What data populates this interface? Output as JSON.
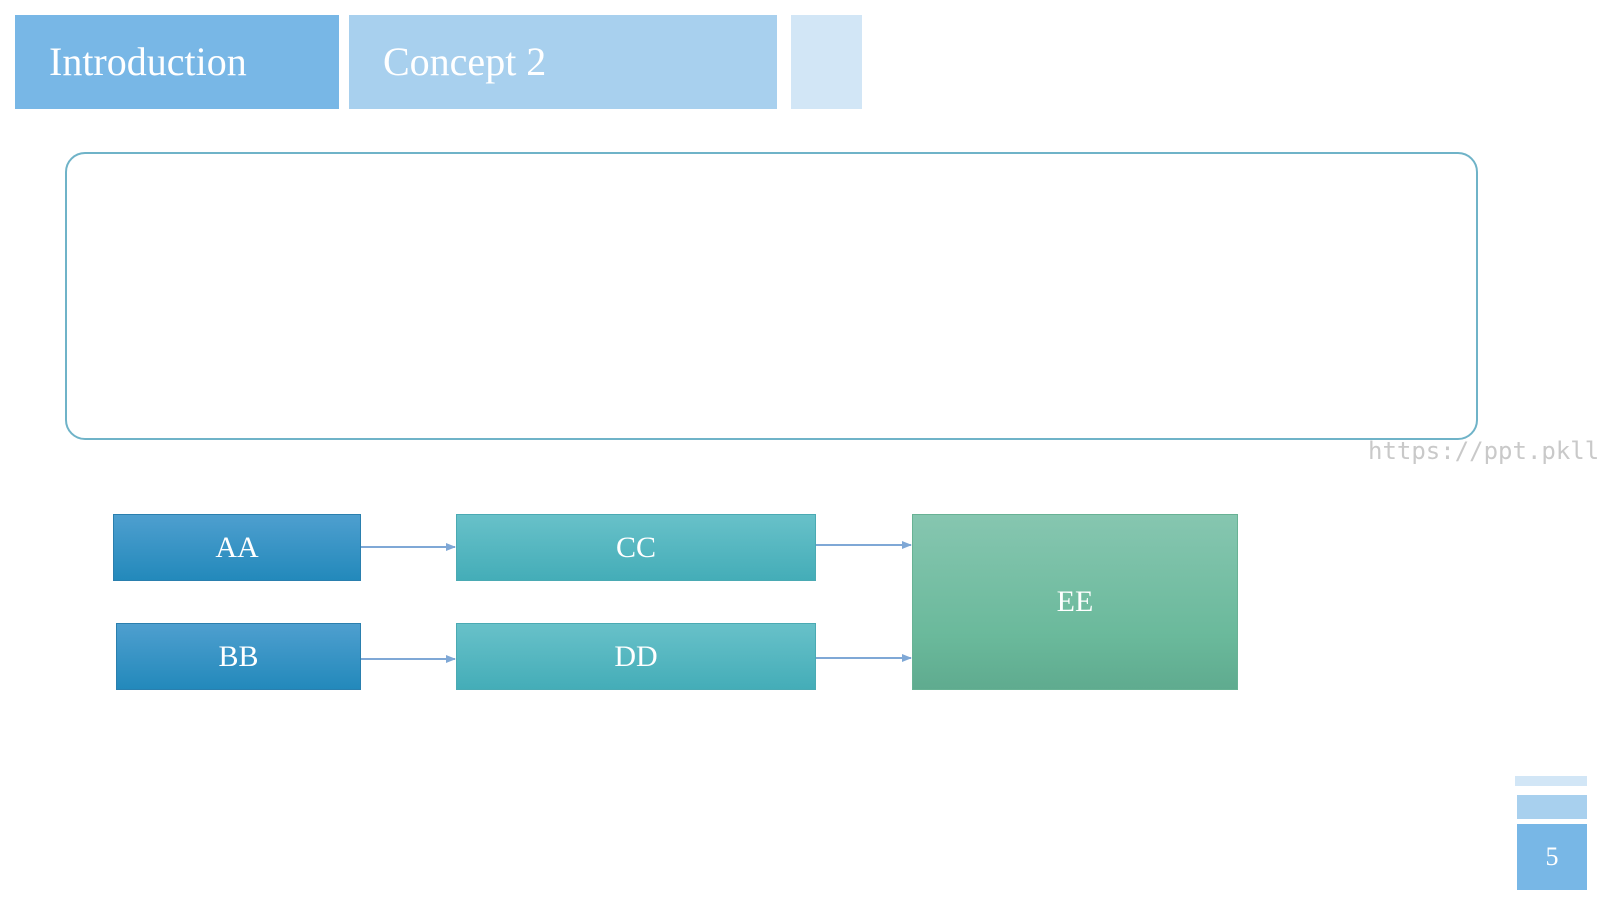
{
  "header": {
    "tabs": [
      {
        "label": "Introduction"
      },
      {
        "label": "Concept 2"
      },
      {
        "label": ""
      }
    ]
  },
  "watermark": "https://ppt.pkll.de",
  "diagram": {
    "nodes": {
      "aa": "AA",
      "bb": "BB",
      "cc": "CC",
      "dd": "DD",
      "ee": "EE"
    },
    "edges": [
      {
        "from": "aa",
        "to": "cc"
      },
      {
        "from": "bb",
        "to": "dd"
      },
      {
        "from": "cc",
        "to": "ee"
      },
      {
        "from": "dd",
        "to": "ee"
      }
    ]
  },
  "footer": {
    "page_number": "5"
  },
  "colors": {
    "tab_primary": "#78b7e6",
    "tab_secondary": "#a8d0ee",
    "tab_tertiary": "#d2e6f6",
    "frame_border": "#6fb3c8",
    "node_blue": "#2389bb",
    "node_teal": "#44adb8",
    "node_green": "#6ab99b",
    "arrow": "#7fa8d6"
  }
}
